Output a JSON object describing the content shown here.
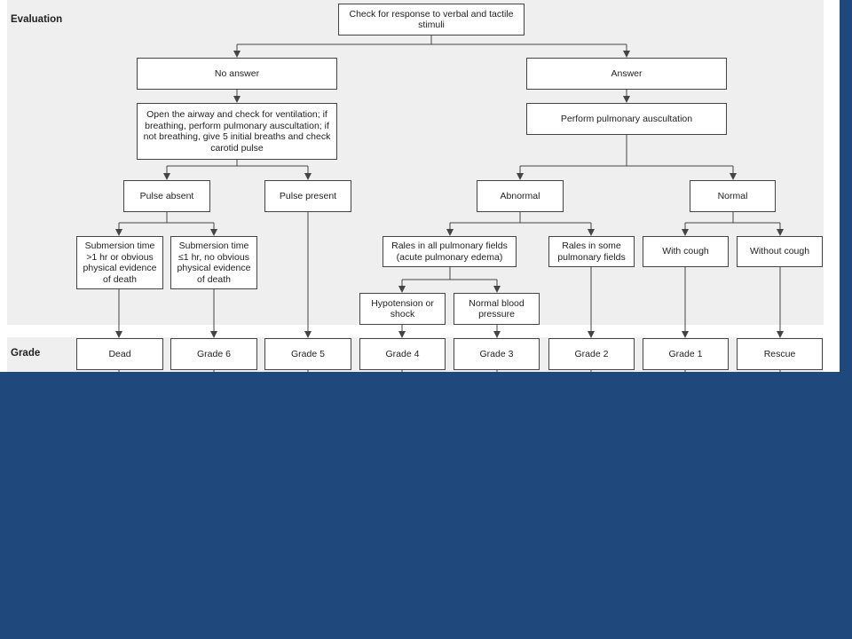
{
  "section_labels": {
    "evaluation": "Evaluation",
    "grade": "Grade"
  },
  "nodes": {
    "check_response": "Check for response to verbal and tactile stimuli",
    "no_answer": "No answer",
    "answer": "Answer",
    "open_airway": "Open the airway and check for ventilation; if breathing, perform pulmonary auscultation; if not breathing, give 5 initial breaths and check carotid pulse",
    "perform_auscultation": "Perform pulmonary auscultation",
    "pulse_absent": "Pulse absent",
    "pulse_present": "Pulse present",
    "abnormal": "Abnormal",
    "normal": "Normal",
    "submersion_over_1hr": "Submersion time >1 hr or obvious physical evidence of death",
    "submersion_under_1hr": "Submersion time ≤1 hr, no obvious physical evidence of death",
    "rales_all_fields": "Rales in all pulmonary fields (acute pulmonary edema)",
    "rales_some_fields": "Rales in some pulmonary fields",
    "with_cough": "With cough",
    "without_cough": "Without cough",
    "hypotension": "Hypotension or shock",
    "normal_bp": "Normal blood pressure"
  },
  "grades": {
    "dead": "Dead",
    "grade6": "Grade 6",
    "grade5": "Grade 5",
    "grade4": "Grade 4",
    "grade3": "Grade 3",
    "grade2": "Grade 2",
    "grade1": "Grade 1",
    "rescue": "Rescue"
  }
}
